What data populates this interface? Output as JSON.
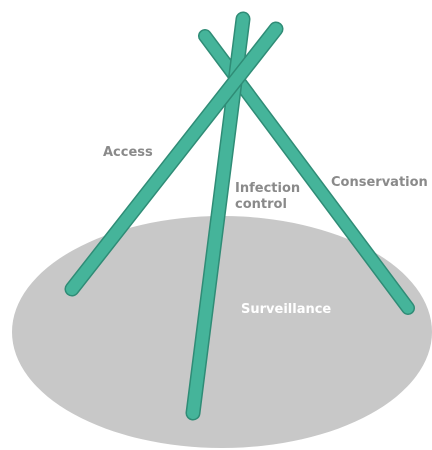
{
  "diagram": {
    "labels": {
      "access": "Access",
      "infection_line1": "Infection",
      "infection_line2": "control",
      "conservation": "Conservation",
      "surveillance": "Surveillance"
    },
    "colors": {
      "ellipse": "#c8c8c8",
      "pole": "#45b49a",
      "pole_edge": "#2f8c76",
      "label_text": "#8a8a8a",
      "base_label_text": "#ffffff"
    }
  }
}
